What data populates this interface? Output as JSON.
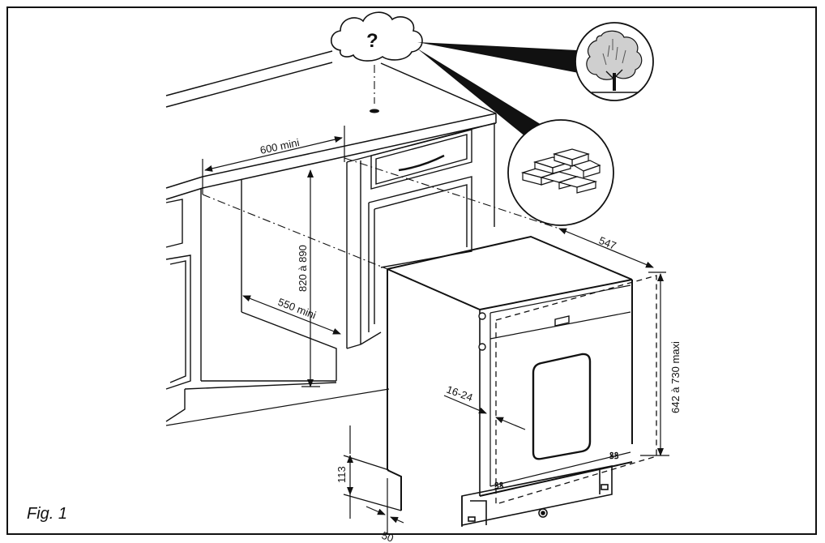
{
  "figure": {
    "caption": "Fig. 1",
    "symbol": "?",
    "dimensions": {
      "width_min": "600 mini",
      "height_range": "820 à 890",
      "depth_min": "550 mini",
      "appliance_depth": "547",
      "appliance_height": "642 à 730 maxi",
      "door_gap": "16-24",
      "plinth_height": "113",
      "plinth_depth": "50"
    },
    "icons": [
      "cloud-question-icon",
      "tree-icon",
      "bricks-icon"
    ]
  }
}
